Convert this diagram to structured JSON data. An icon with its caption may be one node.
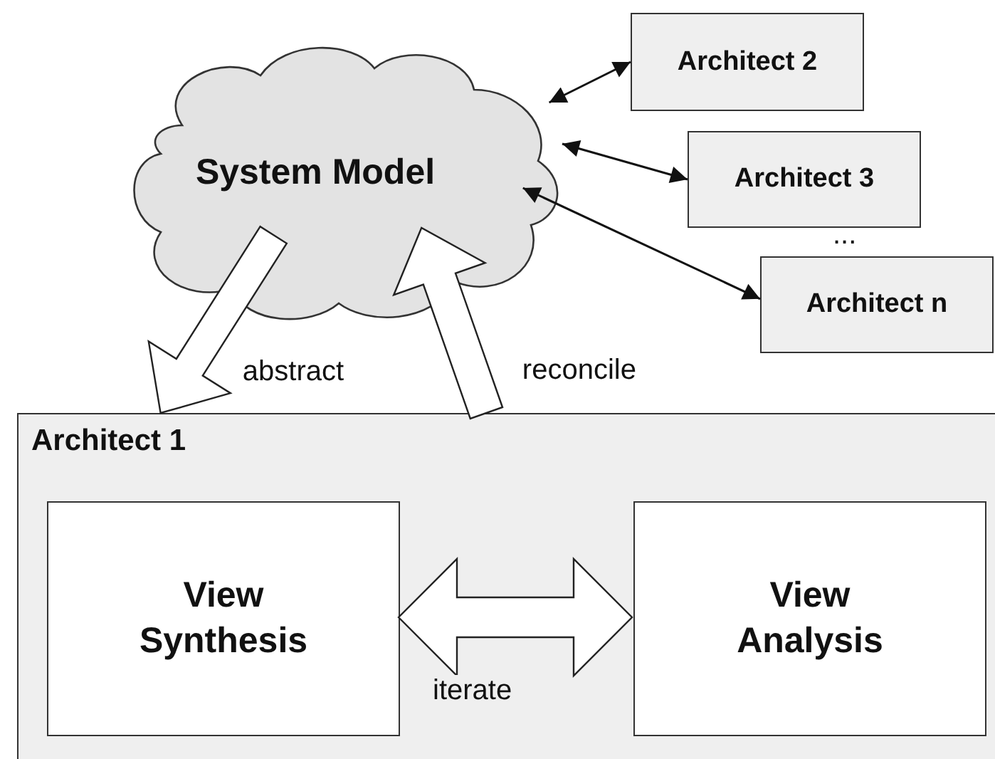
{
  "diagram": {
    "nodes": [
      {
        "text": [
          "System Model"
        ]
      },
      {
        "text": [
          "Architect 2"
        ]
      },
      {
        "text": [
          "Architect 3"
        ]
      },
      {
        "text": [
          "Architect n"
        ]
      },
      {
        "text": [
          "Architect 1"
        ]
      },
      {
        "text": [
          "View Synthesis"
        ],
        "in": 4
      },
      {
        "text": [
          "View Analysis"
        ],
        "in": 4
      }
    ],
    "edges": [
      {
        "from": 0,
        "to": 1,
        "arrow": "both"
      },
      {
        "from": 0,
        "to": 2,
        "arrow": "both"
      },
      {
        "from": 0,
        "to": 3,
        "arrow": "both"
      },
      {
        "from": 0,
        "to": 4,
        "arrow": "to",
        "label": "abstract",
        "style": "thick"
      },
      {
        "from": 4,
        "to": 0,
        "arrow": "to",
        "label": "reconcile",
        "style": "thick"
      },
      {
        "from": 5,
        "to": 6,
        "arrow": "both",
        "label": "iterate",
        "style": "thick"
      }
    ],
    "labels": [
      "..."
    ]
  }
}
